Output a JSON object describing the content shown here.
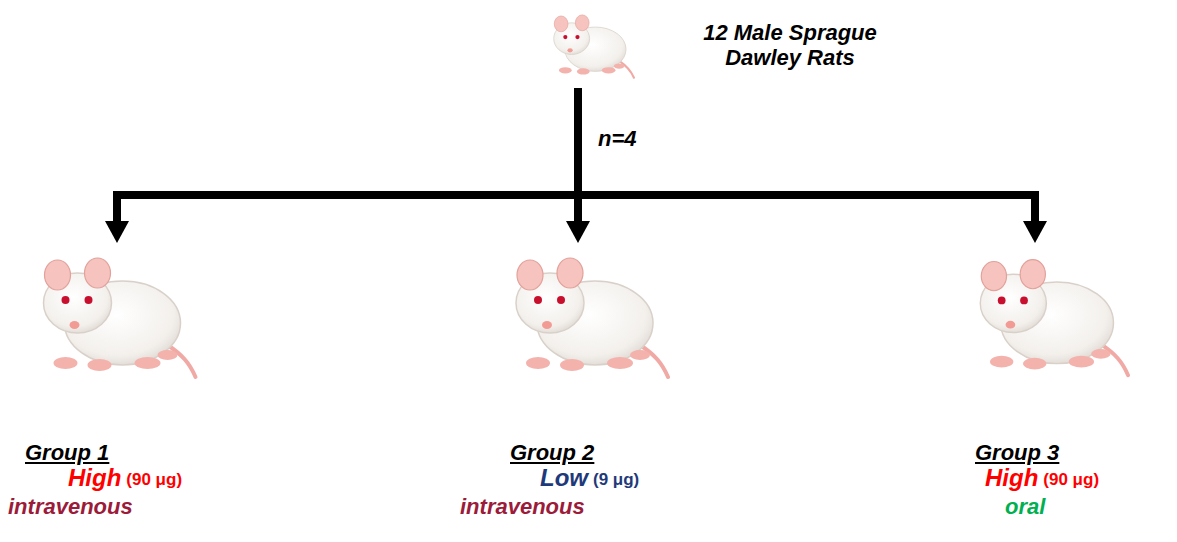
{
  "diagram": {
    "nodes": [
      {
        "text": [
          "12 Male Sprague Dawley Rats"
        ]
      },
      {
        "text": [
          "Group 1",
          "High",
          "(90 μg)",
          "intravenous"
        ]
      },
      {
        "text": [
          "Group 2",
          "Low",
          "(9 μg)",
          "intravenous"
        ]
      },
      {
        "text": [
          "Group 3",
          "High",
          "(90 μg)",
          "oral"
        ]
      }
    ],
    "edges": [
      {
        "from": 0,
        "to": 1,
        "arrow": "to"
      },
      {
        "from": 0,
        "to": 2,
        "arrow": "to"
      },
      {
        "from": 0,
        "to": 3,
        "arrow": "to"
      }
    ],
    "labels": [
      "n=4"
    ]
  }
}
